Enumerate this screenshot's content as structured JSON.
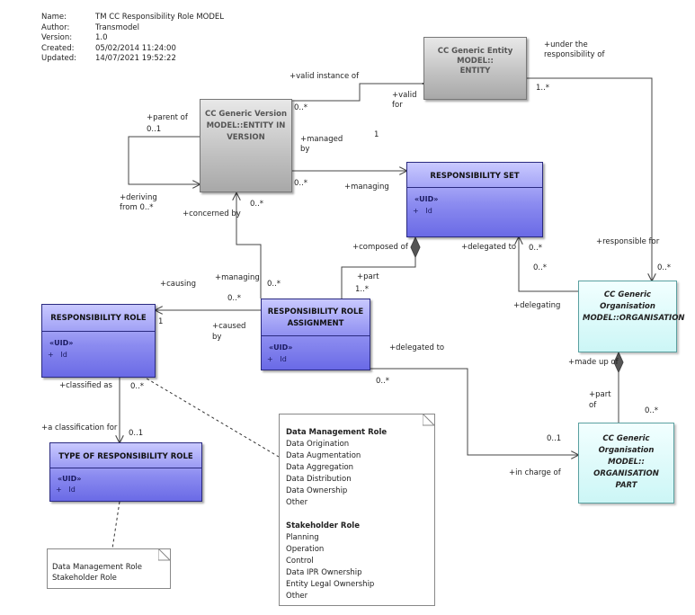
{
  "metadata": {
    "name_label": "Name:",
    "name": "TM CC Responsibility Role  MODEL",
    "author_label": "Author:",
    "author": "Transmodel",
    "version_label": "Version:",
    "version": "1.0",
    "created_label": "Created:",
    "created": "05/02/2014 11:24:00",
    "updated_label": "Updated:",
    "updated": "14/07/2021 19:52:22"
  },
  "classes": {
    "entity": {
      "title": "CC Generic Entity MODEL::\nENTITY"
    },
    "entity_in_version": {
      "title": "CC Generic Version\nMODEL::ENTITY IN\nVERSION"
    },
    "responsibility_set": {
      "title": "RESPONSIBILITY SET",
      "stereotype": "«UID»",
      "attr_marker": "+",
      "attr": "Id"
    },
    "responsibility_role": {
      "title": "RESPONSIBILITY ROLE",
      "stereotype": "«UID»",
      "attr_marker": "+",
      "attr": "Id"
    },
    "responsibility_role_assignment": {
      "title": "RESPONSIBILITY ROLE\nASSIGNMENT",
      "stereotype": "«UID»",
      "attr_marker": "+",
      "attr": "Id"
    },
    "type_of_responsibility_role": {
      "title": "TYPE OF RESPONSIBILITY ROLE",
      "stereotype": "«UID»",
      "attr_marker": "+",
      "attr": "Id"
    },
    "organisation": {
      "title": "CC Generic Organisation\nMODEL::ORGANISATION"
    },
    "organisation_part": {
      "title": "CC Generic Organisation\nMODEL::\nORGANISATION PART"
    }
  },
  "labels": {
    "valid_instance_of": "+valid instance of",
    "valid_for": "+valid\nfor",
    "mult_0n_version_top": "0..*",
    "mult_1_entity": "1",
    "under_the_responsibility_of": "+under the\nresponsibility of",
    "mult_1n_entity": "1..*",
    "parent_of": "+parent of",
    "mult_01_parent": "0..1",
    "deriving_from": "+deriving\nfrom 0..*",
    "managed_by": "+managed\nby",
    "mult_0n_managed": "0..*",
    "managing_set": "+managing",
    "concerned_by": "+concerned by",
    "mult_0n_concerned": "0..*",
    "composed_of": "+composed of",
    "part": "+part",
    "mult_1n_part": "1..*",
    "delegated_to_set": "+delegated to",
    "mult_0n_delegated_set": "0..*",
    "mult_0n_delegating": "0..*",
    "delegating": "+delegating",
    "responsible_for": "+responsible for",
    "mult_0n_responsible": "0..*",
    "causing": "+causing",
    "managing_assign": "+managing",
    "mult_0n_managing_assign": "0..*",
    "mult_0n_causing": "0..*",
    "mult_1_role": "1",
    "caused_by": "+caused\nby",
    "delegated_to_part": "+delegated to",
    "mult_0n_delegated_part": "0..*",
    "classified_as": "+classified as",
    "mult_0n_classified": "0..*",
    "a_classification_for": "+a classification for",
    "mult_01_type": "0..1",
    "made_up_of": "+made up of",
    "part_of": "+part\nof",
    "mult_0n_part_of": "0..*",
    "mult_01_in_charge": "0..1",
    "in_charge_of": "+in charge of"
  },
  "notes": {
    "roles_note": {
      "groups": [
        {
          "heading": "Data Management Role",
          "items": [
            "Data Origination",
            "Data Augmentation",
            "Data Aggregation",
            "Data Distribution",
            "Data Ownership",
            "Other"
          ]
        },
        {
          "heading": "Stakeholder Role",
          "items": [
            "Planning",
            "Operation",
            "Control",
            "Data IPR Ownership",
            "Entity Legal Ownership",
            "Other"
          ]
        }
      ]
    },
    "type_note": {
      "lines": [
        "Data Management Role",
        "Stakeholder Role"
      ]
    }
  }
}
